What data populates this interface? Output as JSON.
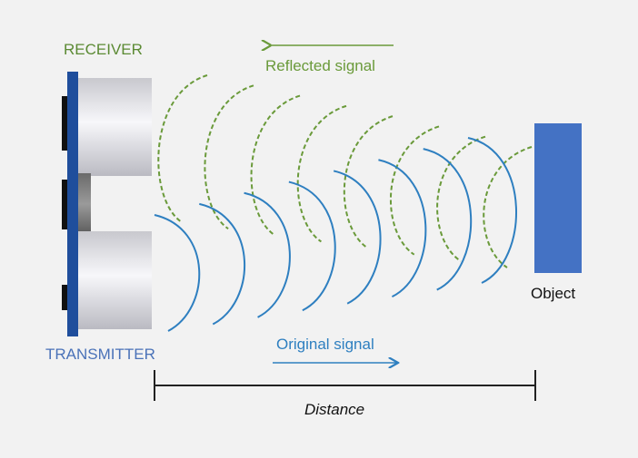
{
  "labels": {
    "receiver": "RECEIVER",
    "transmitter": "TRANSMITTER",
    "reflected": "Reflected signal",
    "original": "Original signal",
    "object": "Object",
    "distance": "Distance"
  },
  "colors": {
    "green": "#6a9a3a",
    "blue": "#2e7fc0",
    "board": "#1f4e9c",
    "object": "#4472c4",
    "receiver_text": "#5b8a33",
    "transmitter_text": "#4a72b8"
  }
}
